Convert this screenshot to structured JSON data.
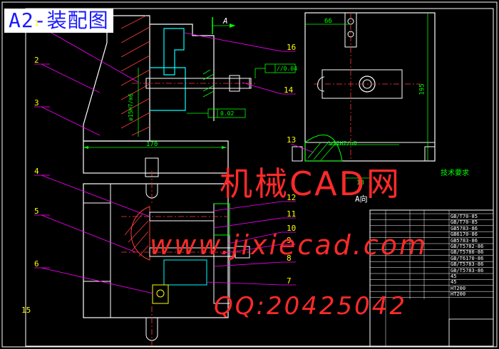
{
  "title_badge": "A2-装配图",
  "watermarks": {
    "line1": "机械CAD网",
    "line2": "www.jixiecad.com",
    "line3": "QQ:20425042"
  },
  "part_numbers": [
    "1",
    "2",
    "3",
    "4",
    "5",
    "6",
    "7",
    "8",
    "9",
    "10",
    "11",
    "12",
    "13",
    "14",
    "15",
    "16"
  ],
  "view_labels": {
    "section_mark": "A",
    "view_a": "A向"
  },
  "dimensions": {
    "width_170": "170",
    "dim_66": "66",
    "dim_195": "195",
    "dim_18": "18",
    "fit_1": "ø15H7/m6",
    "fit_2": "ø12H7/n6",
    "tol_box_1": "//0.04",
    "tol_box_2": "0.02"
  },
  "tech_req_heading": "技术要求",
  "bom_standards": [
    "GB/T70-85",
    "GB/T70-85",
    "GB5783-86",
    "GB6170-86",
    "GB5783-86",
    "GB/T5782-86",
    "GB/T5780-86",
    "GB/T6170-86",
    "GB/T5783-86",
    "GB/T5783-86",
    "45",
    "45",
    "HT200",
    "HT200"
  ],
  "colors": {
    "background": "#000000",
    "outline": "#ffffff",
    "dimension": "#00ff00",
    "hatch": "#ff3b3b",
    "leader": "#ff00ff",
    "callout": "#ffff00",
    "hidden": "#00ffff",
    "watermark": "#ff2a2a",
    "badge_text": "#1a1aff"
  }
}
